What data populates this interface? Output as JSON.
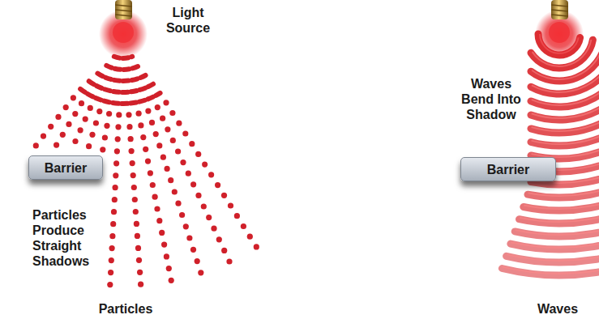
{
  "diagram": {
    "nodes": [
      {
        "text": [
          "Barrier"
        ]
      },
      {
        "text": [
          "Barrier"
        ]
      }
    ],
    "labels": [
      "Light Source",
      "Particles Produce Straight Shadows",
      "Particles",
      "Waves Bend Into Shadow",
      "Waves"
    ]
  }
}
